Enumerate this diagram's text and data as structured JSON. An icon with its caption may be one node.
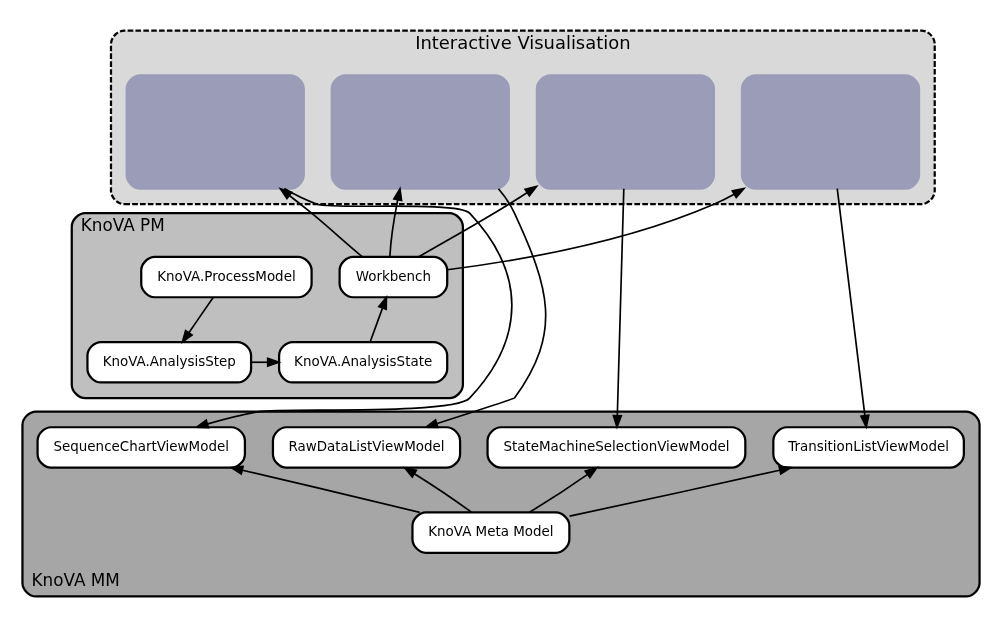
{
  "diagram": {
    "nodes": [
      {
        "text": [
          "Interactive Visualisation"
        ]
      },
      {
        "text": [],
        "shape": "box",
        "in": 0
      },
      {
        "text": [],
        "shape": "box",
        "in": 0
      },
      {
        "text": [],
        "shape": "box",
        "in": 0
      },
      {
        "text": [],
        "shape": "box",
        "in": 0
      },
      {
        "text": [
          "KnoVA PM"
        ]
      },
      {
        "text": [
          "KnoVA.ProcessModel"
        ],
        "in": 5
      },
      {
        "text": [
          "Workbench"
        ],
        "in": 5
      },
      {
        "text": [
          "KnoVA.AnalysisStep"
        ],
        "in": 5
      },
      {
        "text": [
          "KnoVA.AnalysisState"
        ],
        "in": 5
      },
      {
        "text": [
          "KnoVA MM"
        ]
      },
      {
        "text": [
          "SequenceChartViewModel"
        ],
        "in": 10
      },
      {
        "text": [
          "RawDataListViewModel"
        ],
        "in": 10
      },
      {
        "text": [
          "StateMachineSelectionViewModel"
        ],
        "in": 10
      },
      {
        "text": [
          "TransitionListViewModel"
        ],
        "in": 10
      },
      {
        "text": [
          "KnoVA Meta Model"
        ],
        "in": 10
      }
    ],
    "edges": [
      {
        "from": 6,
        "to": 8,
        "arrow": "to"
      },
      {
        "from": 8,
        "to": 9,
        "arrow": "to"
      },
      {
        "from": 9,
        "to": 7,
        "arrow": "to"
      },
      {
        "from": 7,
        "to": 1,
        "arrow": "to"
      },
      {
        "from": 7,
        "to": 2,
        "arrow": "to"
      },
      {
        "from": 7,
        "to": 3,
        "arrow": "to"
      },
      {
        "from": 7,
        "to": 4,
        "arrow": "to"
      },
      {
        "from": 1,
        "to": 11,
        "arrow": "to"
      },
      {
        "from": 2,
        "to": 12,
        "arrow": "to"
      },
      {
        "from": 3,
        "to": 13,
        "arrow": "to"
      },
      {
        "from": 4,
        "to": 14,
        "arrow": "to"
      },
      {
        "from": 15,
        "to": 11,
        "arrow": "to"
      },
      {
        "from": 15,
        "to": 12,
        "arrow": "to"
      },
      {
        "from": 15,
        "to": 13,
        "arrow": "to"
      },
      {
        "from": 15,
        "to": 14,
        "arrow": "to"
      }
    ]
  }
}
